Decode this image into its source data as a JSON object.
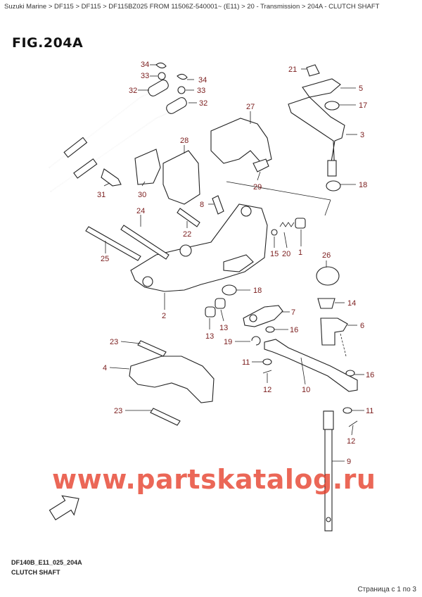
{
  "breadcrumb": "Suzuki Marine > DF115 > DF115 > DF115BZ025 FROM 11506Z-540001~ (E11) > 20 - Transmission > 204A - CLUTCH SHAFT",
  "figure_title": "FIG.204A",
  "watermark": "www.partskatalog.ru",
  "fwd_label": "FWD",
  "footer": {
    "code": "DF140B_E11_025_204A",
    "name": "CLUTCH SHAFT"
  },
  "pager": "Страница с 1 по 3",
  "colors": {
    "label": "#7a1c1c",
    "watermark": "#e63c28",
    "line": "#222222"
  },
  "callouts": [
    {
      "n": "34"
    },
    {
      "n": "33"
    },
    {
      "n": "34"
    },
    {
      "n": "32"
    },
    {
      "n": "33"
    },
    {
      "n": "32"
    },
    {
      "n": "21"
    },
    {
      "n": "5"
    },
    {
      "n": "17"
    },
    {
      "n": "3"
    },
    {
      "n": "27"
    },
    {
      "n": "28"
    },
    {
      "n": "18"
    },
    {
      "n": "31"
    },
    {
      "n": "30"
    },
    {
      "n": "29"
    },
    {
      "n": "8"
    },
    {
      "n": "24"
    },
    {
      "n": "22"
    },
    {
      "n": "25"
    },
    {
      "n": "15"
    },
    {
      "n": "20"
    },
    {
      "n": "1"
    },
    {
      "n": "26"
    },
    {
      "n": "18"
    },
    {
      "n": "2"
    },
    {
      "n": "14"
    },
    {
      "n": "7"
    },
    {
      "n": "13"
    },
    {
      "n": "13"
    },
    {
      "n": "16"
    },
    {
      "n": "6"
    },
    {
      "n": "19"
    },
    {
      "n": "23"
    },
    {
      "n": "11"
    },
    {
      "n": "4"
    },
    {
      "n": "12"
    },
    {
      "n": "10"
    },
    {
      "n": "16"
    },
    {
      "n": "23"
    },
    {
      "n": "11"
    },
    {
      "n": "12"
    },
    {
      "n": "9"
    }
  ]
}
